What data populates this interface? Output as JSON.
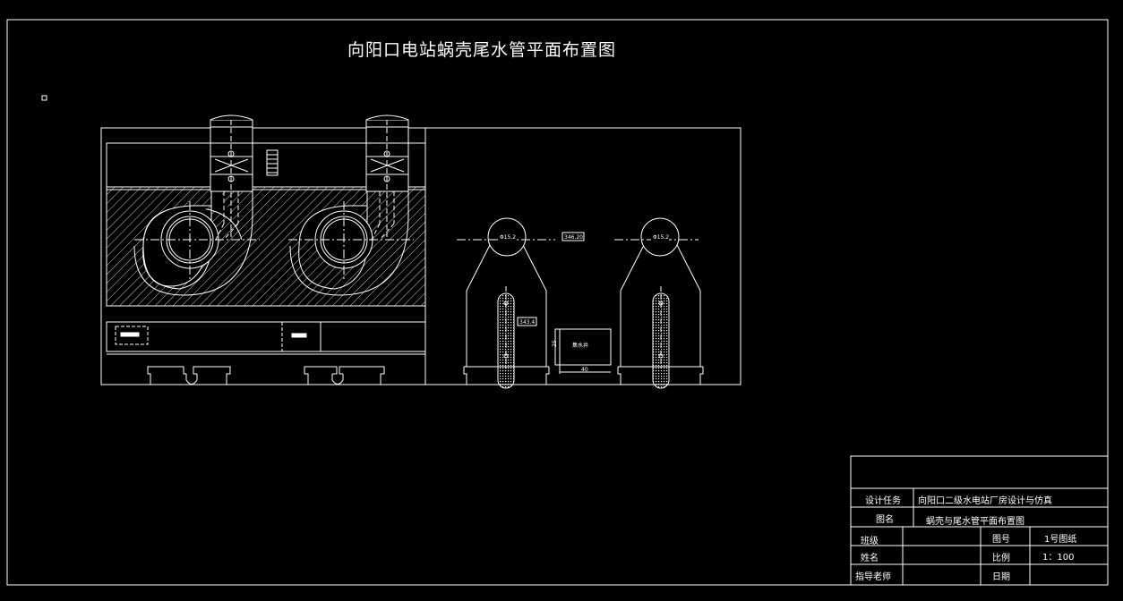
{
  "drawing": {
    "title": "向阳口电站蜗壳尾水管平面布置图",
    "labels": {
      "pipe_diameter_left": "Φ15.2",
      "pipe_diameter_right": "Φ15.2",
      "elevation_top": "346.20",
      "elevation_mid": "343.4",
      "sump": "集水井",
      "sump_width": "40",
      "sump_height": "25"
    }
  },
  "title_block": {
    "design_task_label": "设计任务",
    "design_task_value": "向阳口二级水电站厂房设计与仿真",
    "drawing_name_label": "图名",
    "drawing_name_value": "蜗壳与尾水管平面布置图",
    "class_label": "班级",
    "class_value": "",
    "drawing_no_label": "图号",
    "drawing_no_value": "1号图纸",
    "name_label": "姓名",
    "name_value": "",
    "scale_label": "比例",
    "scale_value": "1：100",
    "advisor_label": "指导老师",
    "advisor_value": "",
    "date_label": "日期",
    "date_value": ""
  }
}
